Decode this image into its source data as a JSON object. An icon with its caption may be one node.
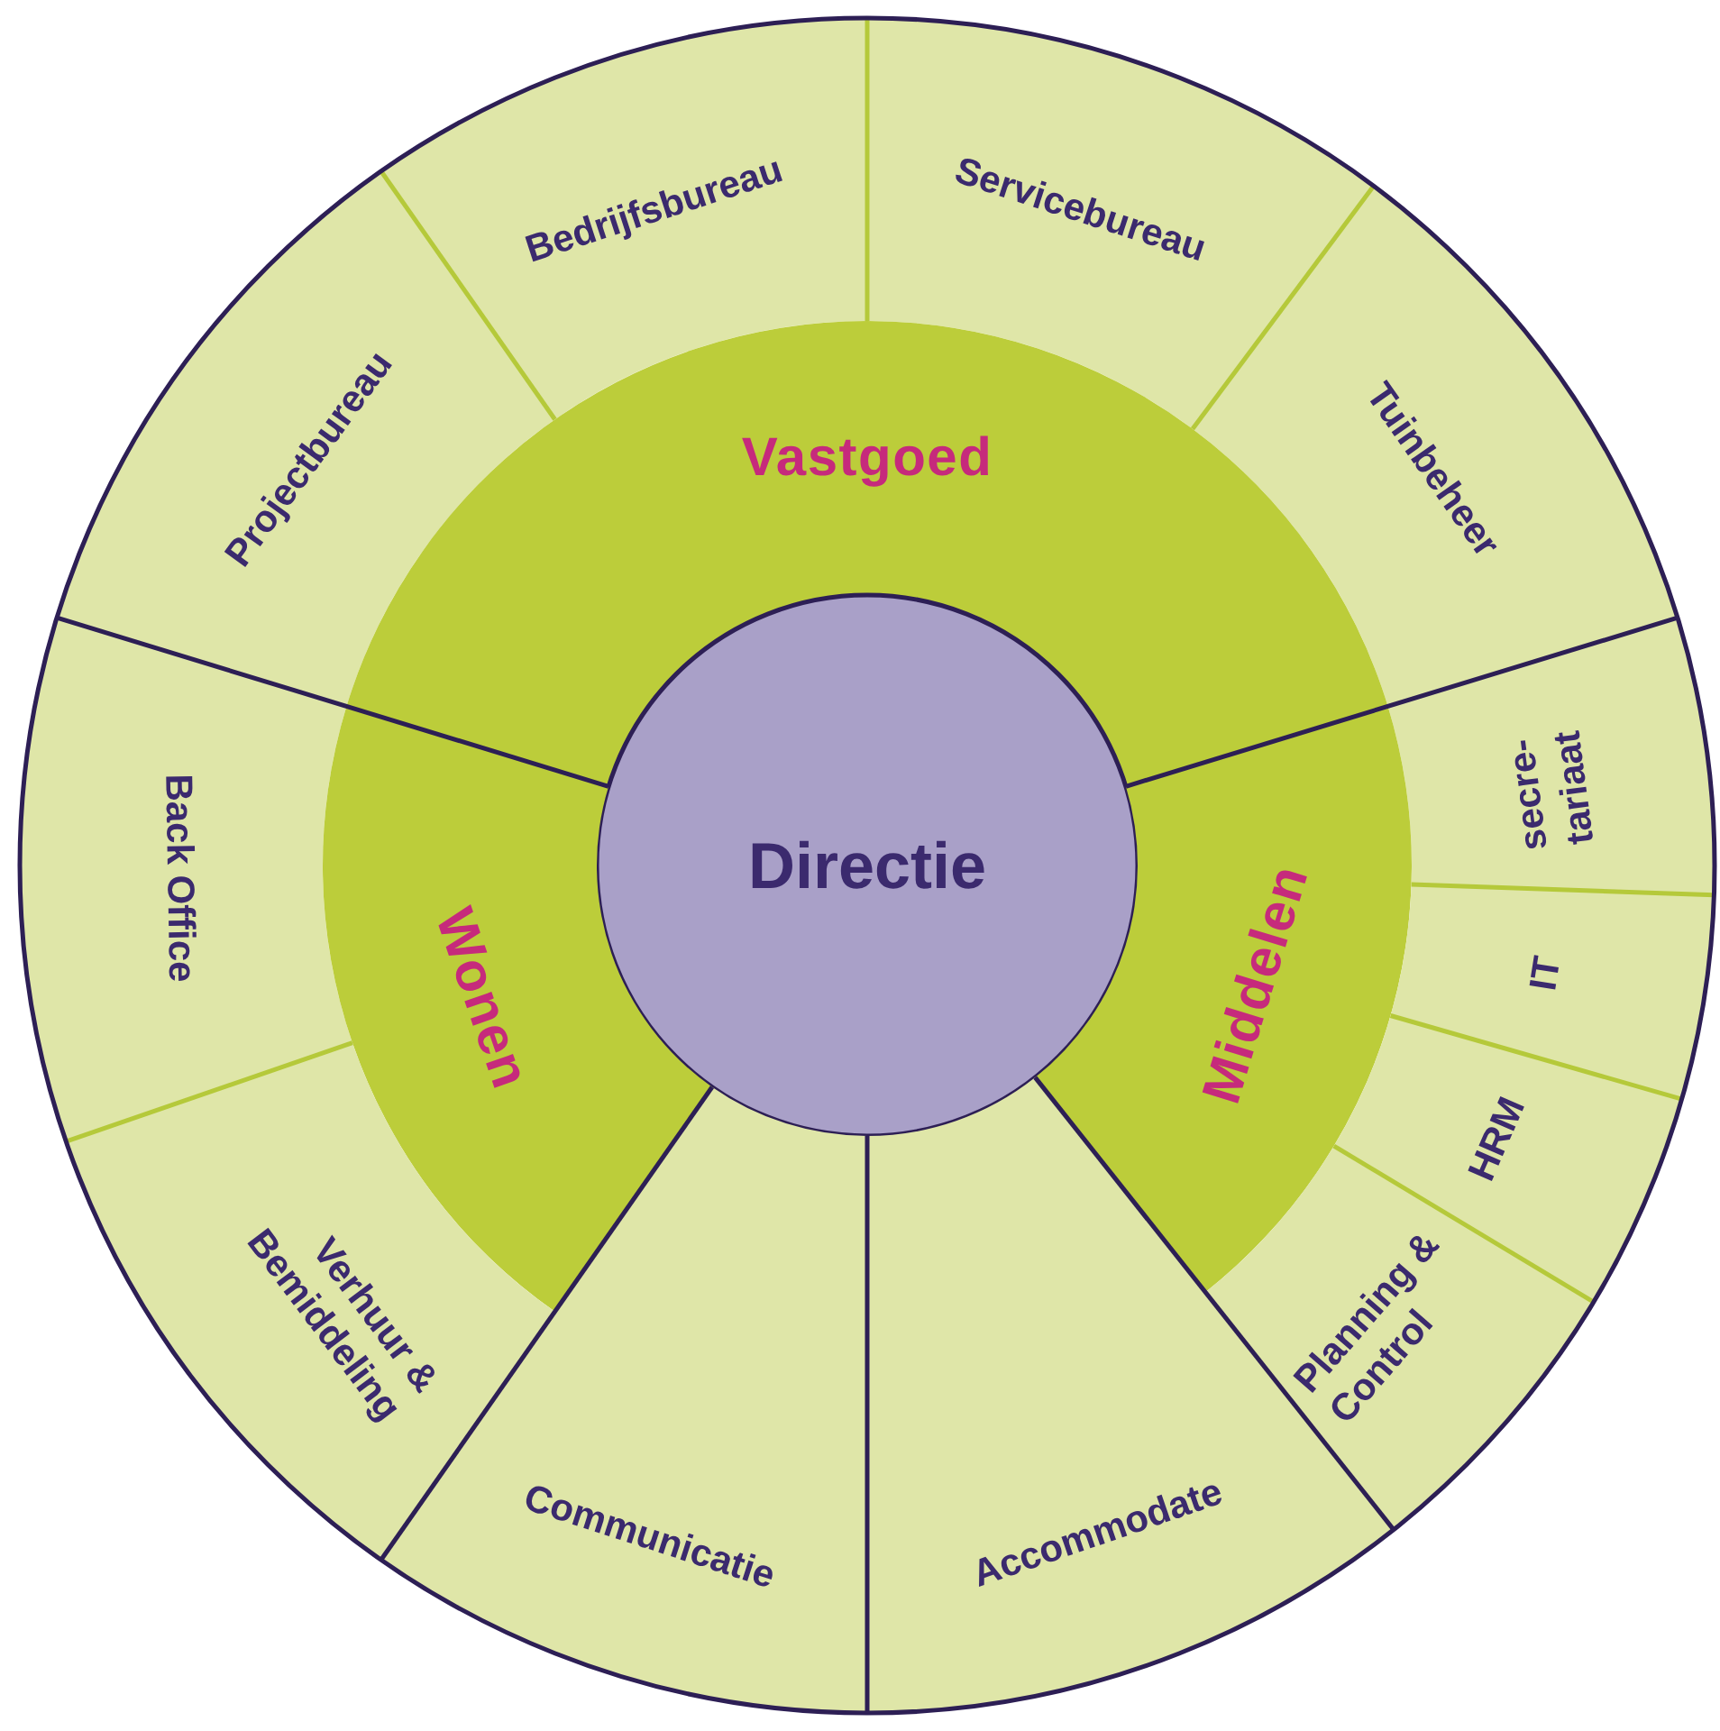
{
  "diagram": {
    "nodes": [
      {
        "text": [
          "Bedrijfsbureau"
        ]
      },
      {
        "text": [
          "Servicebureau"
        ]
      },
      {
        "text": [
          "Projectbureau"
        ]
      },
      {
        "text": [
          "Tuinbeheer"
        ]
      },
      {
        "text": [
          "Vastgoed"
        ]
      },
      {
        "text": [
          "Back Office"
        ]
      },
      {
        "text": [
          "secre- tariaat"
        ]
      },
      {
        "text": [
          "Directie"
        ]
      },
      {
        "text": [
          "Wonen"
        ]
      },
      {
        "text": [
          "Middelen"
        ]
      },
      {
        "text": [
          "IT"
        ]
      },
      {
        "text": [
          "HRM"
        ]
      },
      {
        "text": [
          "Verhuur & Bemiddeling"
        ]
      },
      {
        "text": [
          "Planning & Control"
        ]
      },
      {
        "text": [
          "Communicatie"
        ]
      },
      {
        "text": [
          "Accommodate"
        ]
      }
    ]
  }
}
